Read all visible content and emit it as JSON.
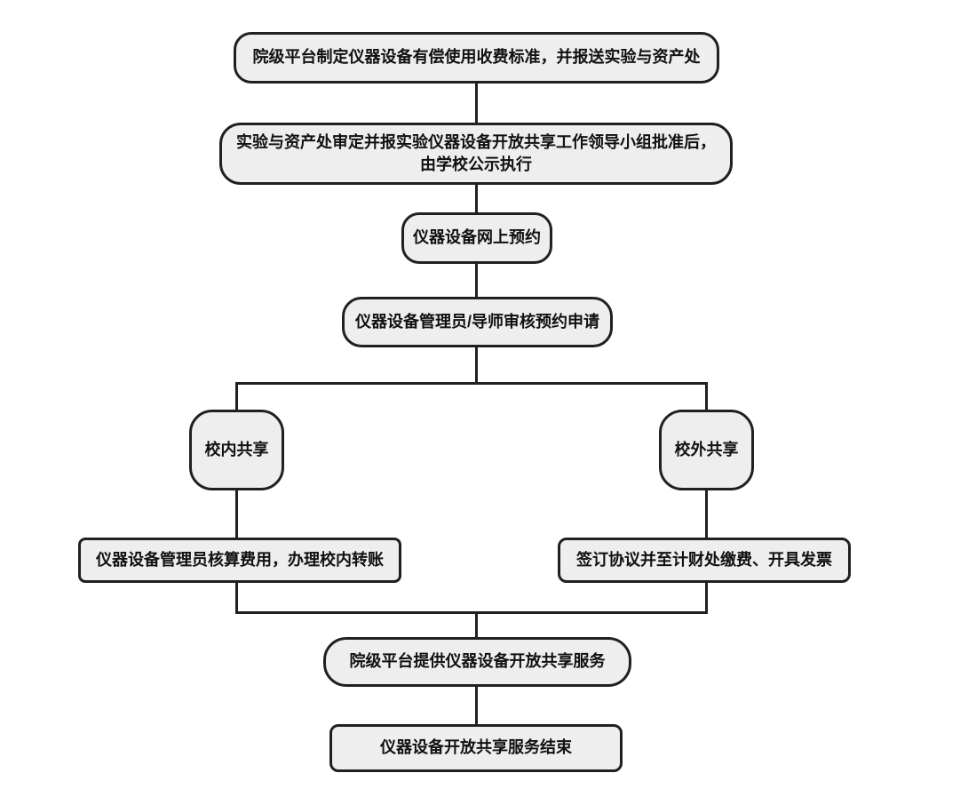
{
  "canvas": {
    "background": "#ffffff"
  },
  "style": {
    "node_fill": "#eeeeee",
    "node_border": "#231f20",
    "text_color": "#111111",
    "connector_color": "#231f20"
  },
  "flowchart": {
    "nodes": [
      {
        "id": "fee-standard",
        "label": "院级平台制定仪器设备有偿使用收费标准，并报送实验与资产处"
      },
      {
        "id": "approval-publish",
        "label": "实验与资产处审定并报实验仪器设备开放共享工作领导小组批准后，由学校公示执行",
        "lines": [
          "实验与资产处审定并报实验仪器设备开放共享工作领导小组批准后，",
          "由学校公示执行"
        ]
      },
      {
        "id": "online-booking",
        "label": "仪器设备网上预约"
      },
      {
        "id": "review-application",
        "label": "仪器设备管理员/导师审核预约申请"
      },
      {
        "id": "on-campus-sharing",
        "label": "校内共享"
      },
      {
        "id": "off-campus-sharing",
        "label": "校外共享"
      },
      {
        "id": "campus-transfer",
        "label": "仪器设备管理员核算费用，办理校内转账"
      },
      {
        "id": "sign-agreement-pay",
        "label": "签订协议并至计财处缴费、开具发票"
      },
      {
        "id": "provide-service",
        "label": "院级平台提供仪器设备开放共享服务"
      },
      {
        "id": "service-end",
        "label": "仪器设备开放共享服务结束"
      }
    ],
    "edges": [
      {
        "from": "fee-standard",
        "to": "approval-publish"
      },
      {
        "from": "approval-publish",
        "to": "online-booking"
      },
      {
        "from": "online-booking",
        "to": "review-application"
      },
      {
        "from": "review-application",
        "to": "on-campus-sharing"
      },
      {
        "from": "review-application",
        "to": "off-campus-sharing"
      },
      {
        "from": "on-campus-sharing",
        "to": "campus-transfer"
      },
      {
        "from": "off-campus-sharing",
        "to": "sign-agreement-pay"
      },
      {
        "from": "campus-transfer",
        "to": "provide-service"
      },
      {
        "from": "sign-agreement-pay",
        "to": "provide-service"
      },
      {
        "from": "provide-service",
        "to": "service-end"
      }
    ]
  }
}
